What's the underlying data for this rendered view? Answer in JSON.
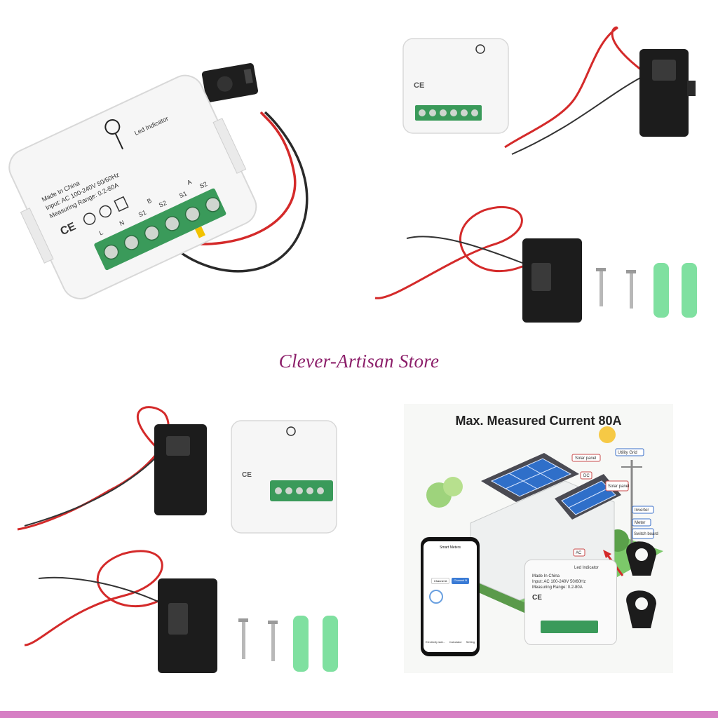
{
  "store_name": "Clever-Artisan Store",
  "colors": {
    "store_text": "#8c1f6a",
    "bottom_bar": "#d67fc4",
    "wire_red": "#d42a2a",
    "wire_black": "#222222",
    "terminal_green": "#3a9a5a",
    "anchor_green": "#7fe0a0",
    "clamp_black": "#1c1c1c"
  },
  "module_label": {
    "led": "Led Indicator",
    "made_in": "Made In China",
    "input": "Input: AC 100-240V 50/60Hz",
    "range": "Measuring Range: 0.2-80A",
    "terminals": [
      "L",
      "N",
      "S1",
      "S2",
      "S1",
      "S2"
    ],
    "channel_a": "A",
    "channel_b": "B"
  },
  "infographic": {
    "title": "Max. Measured Current 80A",
    "house_labels": [
      "Solar panel",
      "DC",
      "Solar panel",
      "Utility Grid",
      "Inverter",
      "Meter",
      "Switch board",
      "AC"
    ],
    "app": {
      "header": "Smart Meters",
      "channel_a": "Channel A",
      "channel_b": "Channel B",
      "bottom_items": [
        "Electricity stat...",
        "Calculator",
        "Setting"
      ]
    }
  }
}
